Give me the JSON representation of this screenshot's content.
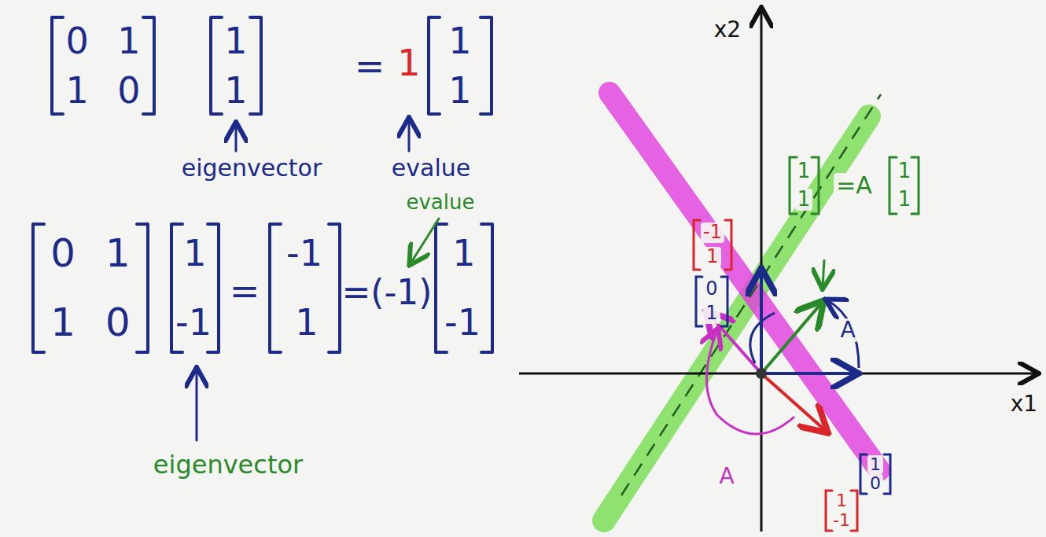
{
  "diagram": {
    "labels": [
      "0 1",
      "1 0",
      "1",
      "1",
      "=",
      "1",
      "1",
      "1",
      "eigenvector",
      "evalue",
      "0 1",
      "1 0",
      "1",
      "-1",
      "=",
      "-1",
      "1",
      "=(-1)",
      "1",
      "-1",
      "evalue",
      "eigenvector",
      "x2",
      "x1",
      "1",
      "1",
      "=A",
      "1",
      "1",
      "-1",
      "1",
      "0",
      "1",
      "1",
      "0",
      "1",
      "-1",
      "A",
      "A"
    ]
  }
}
